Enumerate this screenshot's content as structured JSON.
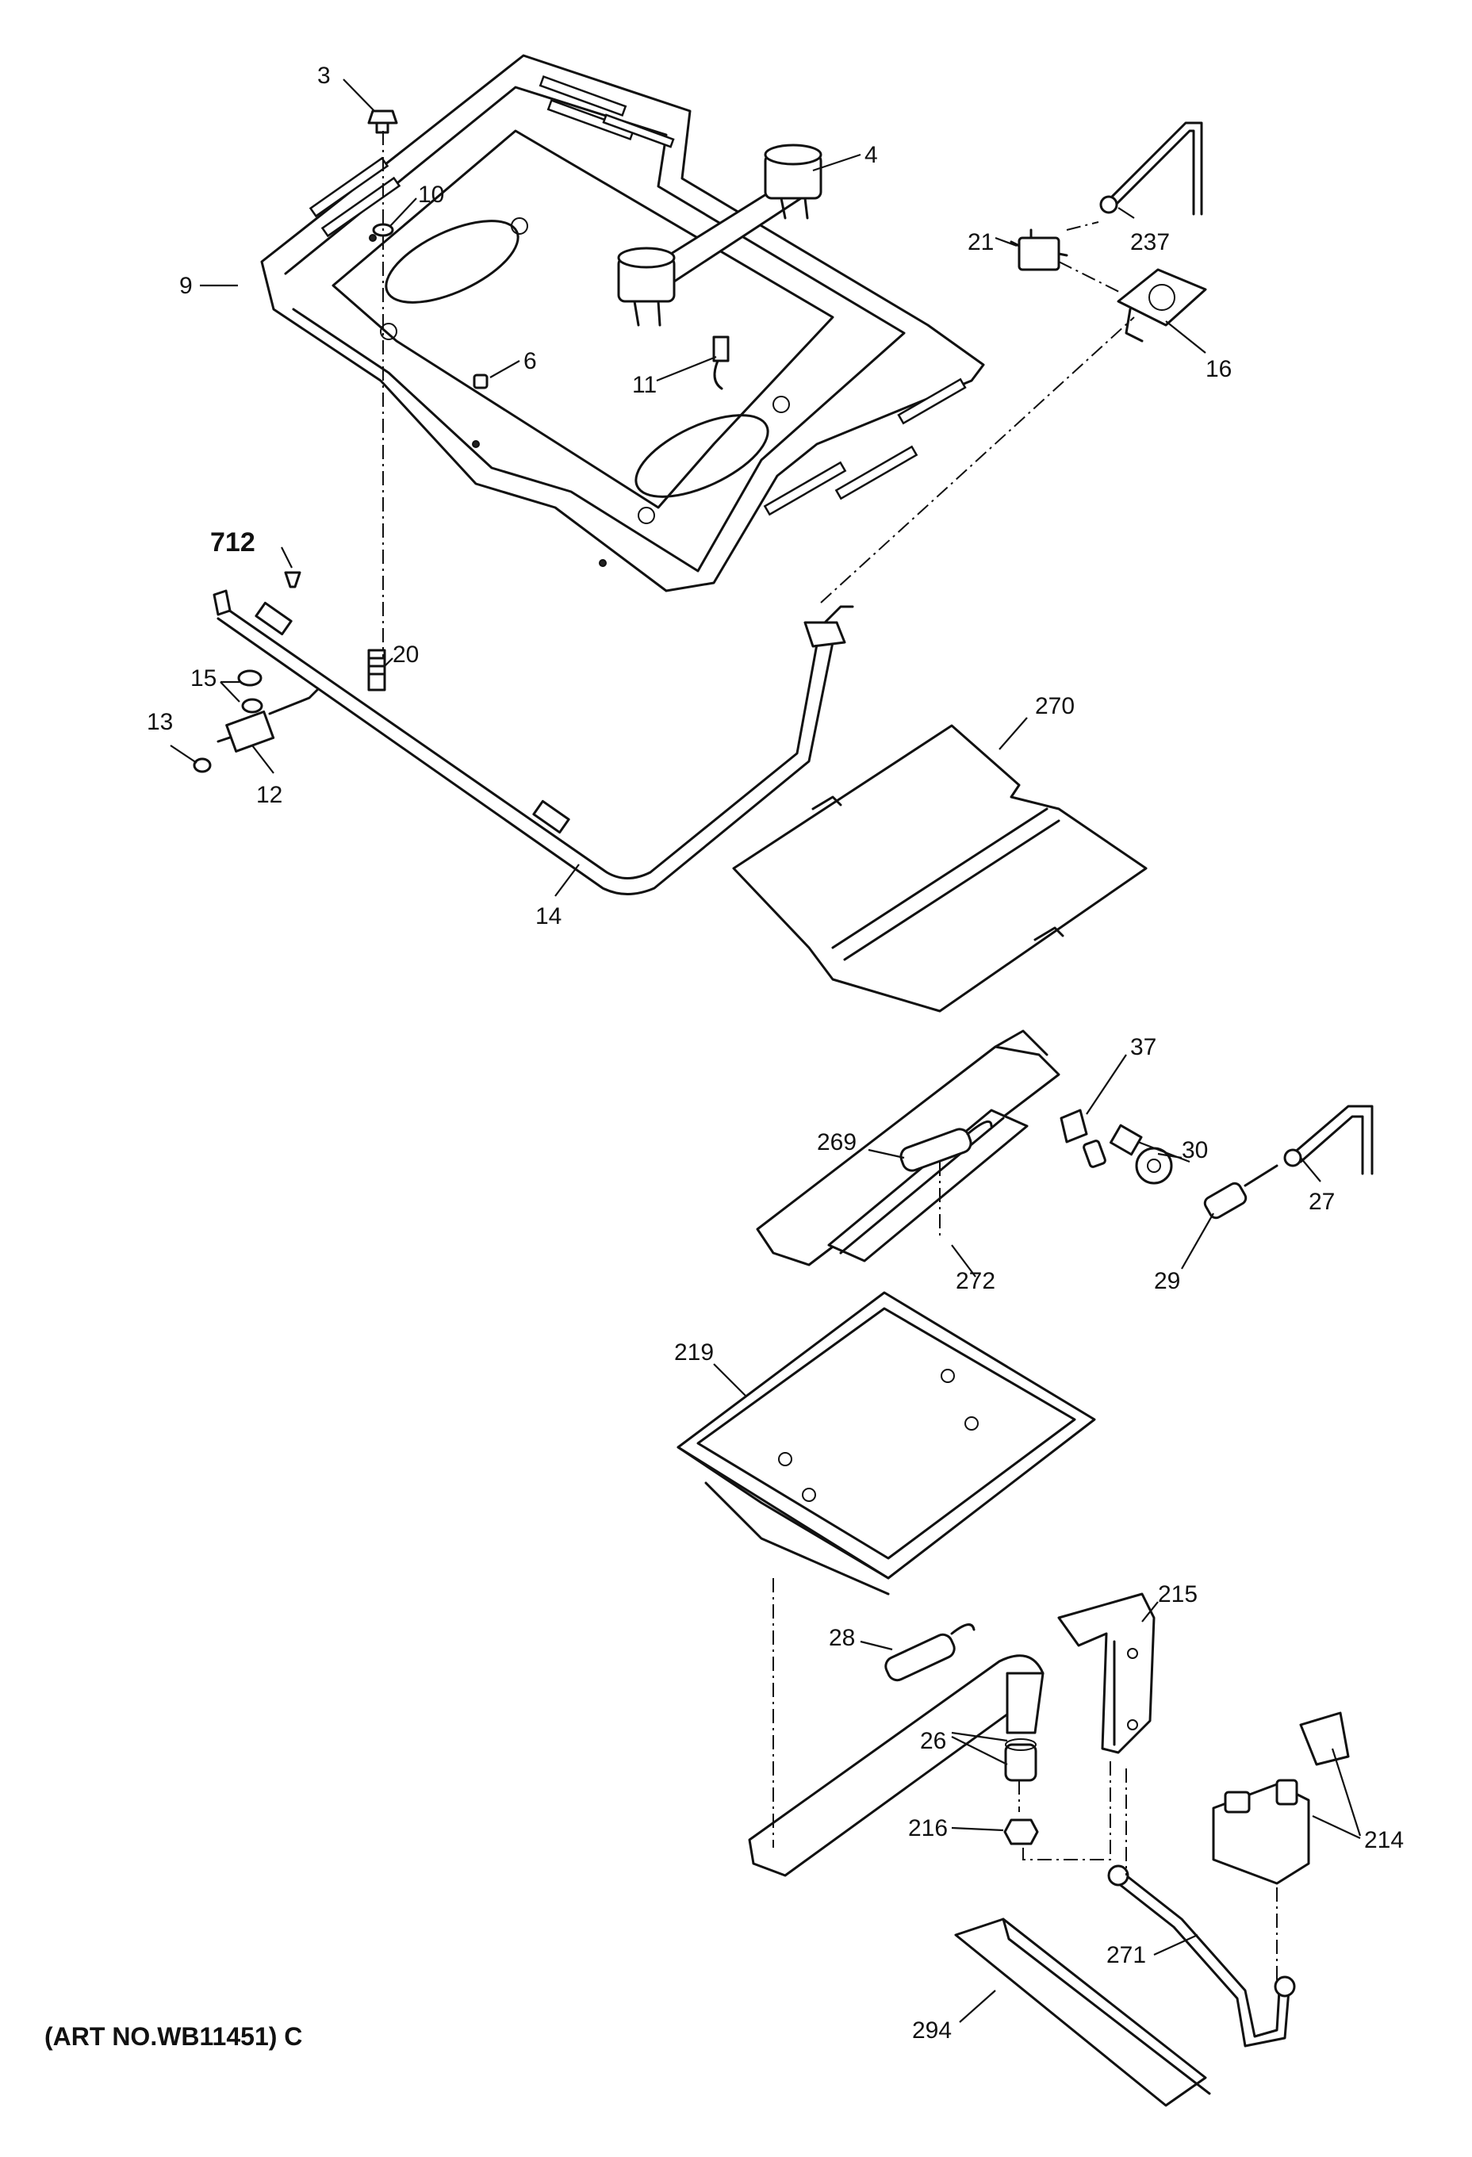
{
  "caption": "(ART NO.WB11451) C",
  "callouts": {
    "c3": "3",
    "c4": "4",
    "c6": "6",
    "c9": "9",
    "c10": "10",
    "c11": "11",
    "c12": "12",
    "c13": "13",
    "c14": "14",
    "c15": "15",
    "c16": "16",
    "c20": "20",
    "c21": "21",
    "c26": "26",
    "c27": "27",
    "c28": "28",
    "c29": "29",
    "c30": "30",
    "c37": "37",
    "c214": "214",
    "c215": "215",
    "c216": "216",
    "c219": "219",
    "c237": "237",
    "c269": "269",
    "c270": "270",
    "c271": "271",
    "c272": "272",
    "c294": "294",
    "c712": "712"
  }
}
